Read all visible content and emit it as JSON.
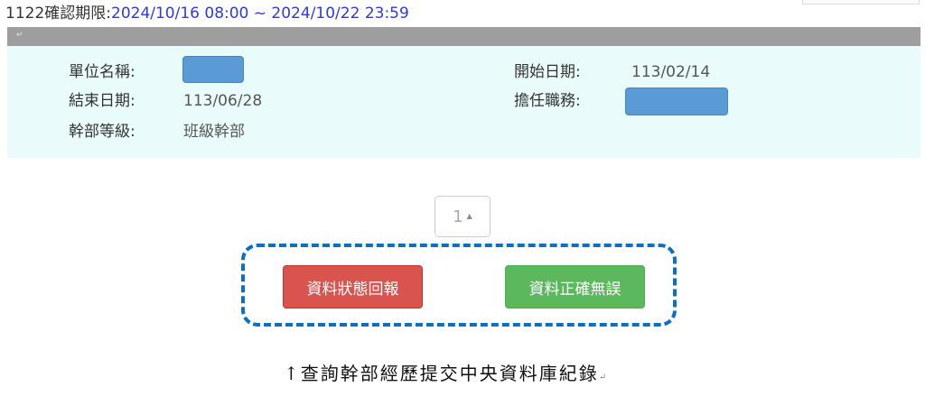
{
  "period": {
    "prefix": "1122確認期限:",
    "range": "2024/10/16 08:00 ~ 2024/10/22 23:59"
  },
  "gray_bar": {
    "mark": "↵"
  },
  "info": {
    "unit_label": "單位名稱:",
    "start_label": "開始日期:",
    "start_value": "113/02/14",
    "end_label": "結束日期:",
    "end_value": "113/06/28",
    "position_label": "擔任職務:",
    "level_label": "幹部等級:",
    "level_value": "班級幹部"
  },
  "pagination": {
    "current": "1",
    "caret": "▲"
  },
  "buttons": {
    "report_status": "資料狀態回報",
    "confirm_correct": "資料正確無誤"
  },
  "caption": {
    "text": "↑查詢幹部經歷提交中央資料庫紀錄",
    "mark": "↵"
  },
  "colors": {
    "range_text": "#2f3ad9",
    "panel_bg": "#e9fbfb",
    "danger": "#d9534f",
    "success": "#5cb85c",
    "dashed_frame": "#0b6fc4",
    "redaction": "#5b9bd5"
  }
}
